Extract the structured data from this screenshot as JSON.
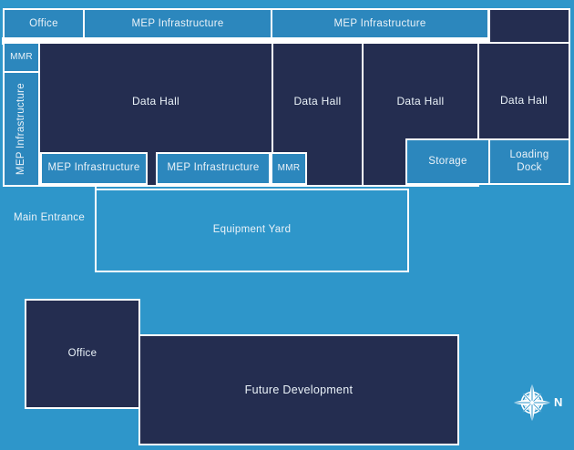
{
  "palette": {
    "background": "#2E96CA",
    "block_dark": "#242D50",
    "block_light": "#2C87BD",
    "outline": "#FFFFFF",
    "label_text": "#EAF2F8"
  },
  "plan": {
    "top_row": {
      "office": "Office",
      "mep_left": "MEP Infrastructure",
      "mep_right": "MEP Infrastructure"
    },
    "left_wing": {
      "mmr": "MMR",
      "mep_vertical": "MEP Infrastructure"
    },
    "halls": {
      "hall_1": "Data Hall",
      "hall_2": "Data Hall",
      "hall_3": "Data Hall",
      "hall_4": "Data Hall"
    },
    "service_strip": {
      "mep_a": "MEP Infrastructure",
      "mep_b": "MEP Infrastructure",
      "mmr": "MMR",
      "storage": "Storage",
      "loading_dock": "Loading Dock"
    },
    "grounds": {
      "main_entrance": "Main Entrance",
      "equipment_yard": "Equipment Yard",
      "office": "Office",
      "future_development": "Future Development"
    },
    "compass": {
      "icon": "compass-rose-icon",
      "north_label": "N"
    }
  }
}
